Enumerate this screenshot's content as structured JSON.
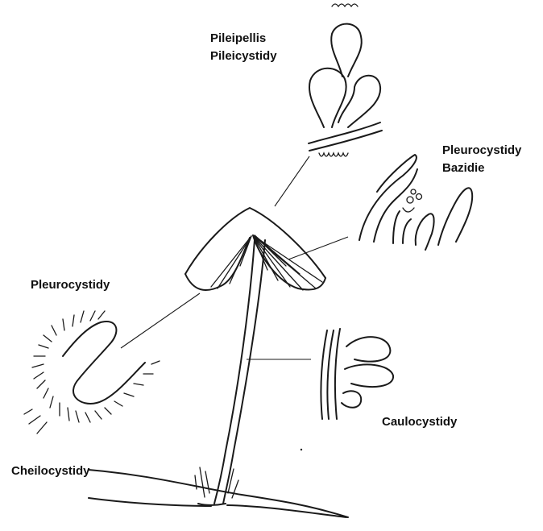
{
  "labels": {
    "pileipellis": "Pileipellis",
    "pileicystidy": "Pileicystidy",
    "pleurocystidy_right": "Pleurocystidy",
    "bazidie": "Bazidie",
    "pleurocystidy_left": "Pleurocystidy",
    "caulocystidy": "Caulocystidy",
    "cheilocystidy": "Cheilocystidy"
  },
  "colors": {
    "ink": "#1a1a1a",
    "background": "#ffffff"
  }
}
